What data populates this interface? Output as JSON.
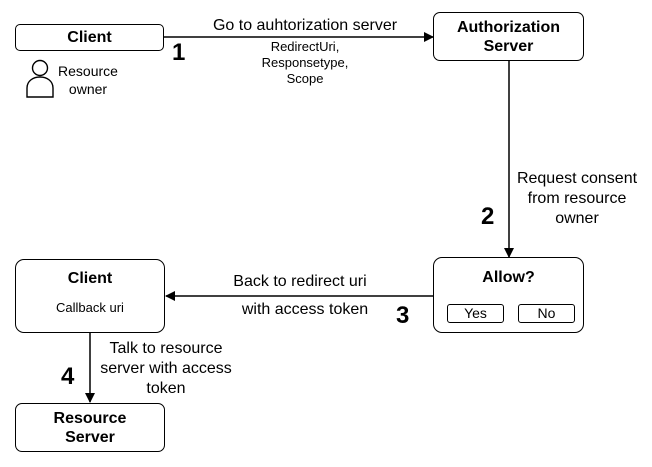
{
  "nodes": {
    "client_top": {
      "title": "Client"
    },
    "resource_owner": {
      "label": "Resource\nowner"
    },
    "auth_server": {
      "title": "Authorization\nServer"
    },
    "allow": {
      "title": "Allow?",
      "yes": "Yes",
      "no": "No"
    },
    "client_bottom": {
      "title": "Client",
      "subtitle": "Callback uri"
    },
    "resource_server": {
      "title": "Resource\nServer"
    }
  },
  "edges": {
    "go_to_auth": {
      "label": "Go to auhtorization server",
      "params": "RedirectUri,\nResponsetype,\nScope",
      "step": "1"
    },
    "request_consent": {
      "label": "Request consent\nfrom resource\nowner",
      "step": "2"
    },
    "back_to_redirect": {
      "label_line1": "Back to redirect uri",
      "label_line2": "with access token",
      "step": "3"
    },
    "talk_to_resource": {
      "label": "Talk to resource\nserver with access\ntoken",
      "step": "4"
    }
  },
  "colors": {
    "stroke": "#000000",
    "fill": "#ffffff",
    "text": "#000000"
  }
}
